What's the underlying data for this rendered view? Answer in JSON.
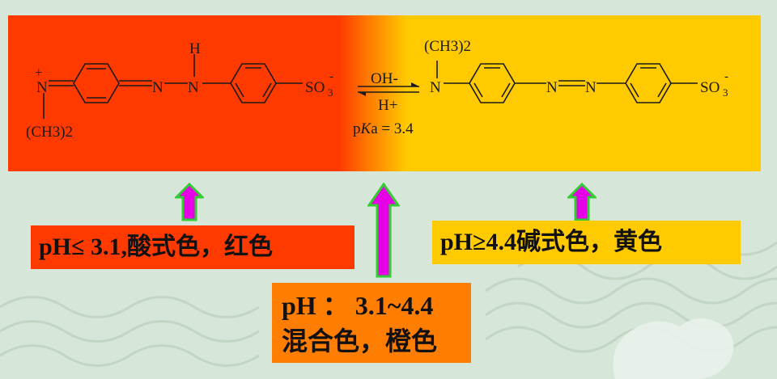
{
  "acid_form": {
    "n_charge": "+",
    "substituent": "(CH3)2",
    "n1": "N",
    "n2": "N",
    "h": "H",
    "group": "SO",
    "group_sub": "3",
    "group_charge": "-"
  },
  "equilibrium": {
    "forward": "OH-",
    "reverse": "H+",
    "pka_p": "p",
    "pka_k": "K",
    "pka_rest": "a = 3.4"
  },
  "base_form": {
    "substituent": "(CH3)2",
    "n_amine": "N",
    "n1": "N",
    "n2": "N",
    "group": "SO",
    "group_sub": "3",
    "group_charge": "-"
  },
  "labels": {
    "acid": "pH≤ 3.1,酸式色，红色",
    "base": "pH≥4.4碱式色，黄色",
    "mixed_line1": "pH ： 3.1~4.4",
    "mixed_line2": "混合色，橙色"
  },
  "colors": {
    "acid": "#ff3a00",
    "base": "#ffca00",
    "mixed": "#ff7d00",
    "arrow_fill": "#e600e6",
    "arrow_outline": "#33cc33",
    "background": "#d6e6d8"
  }
}
